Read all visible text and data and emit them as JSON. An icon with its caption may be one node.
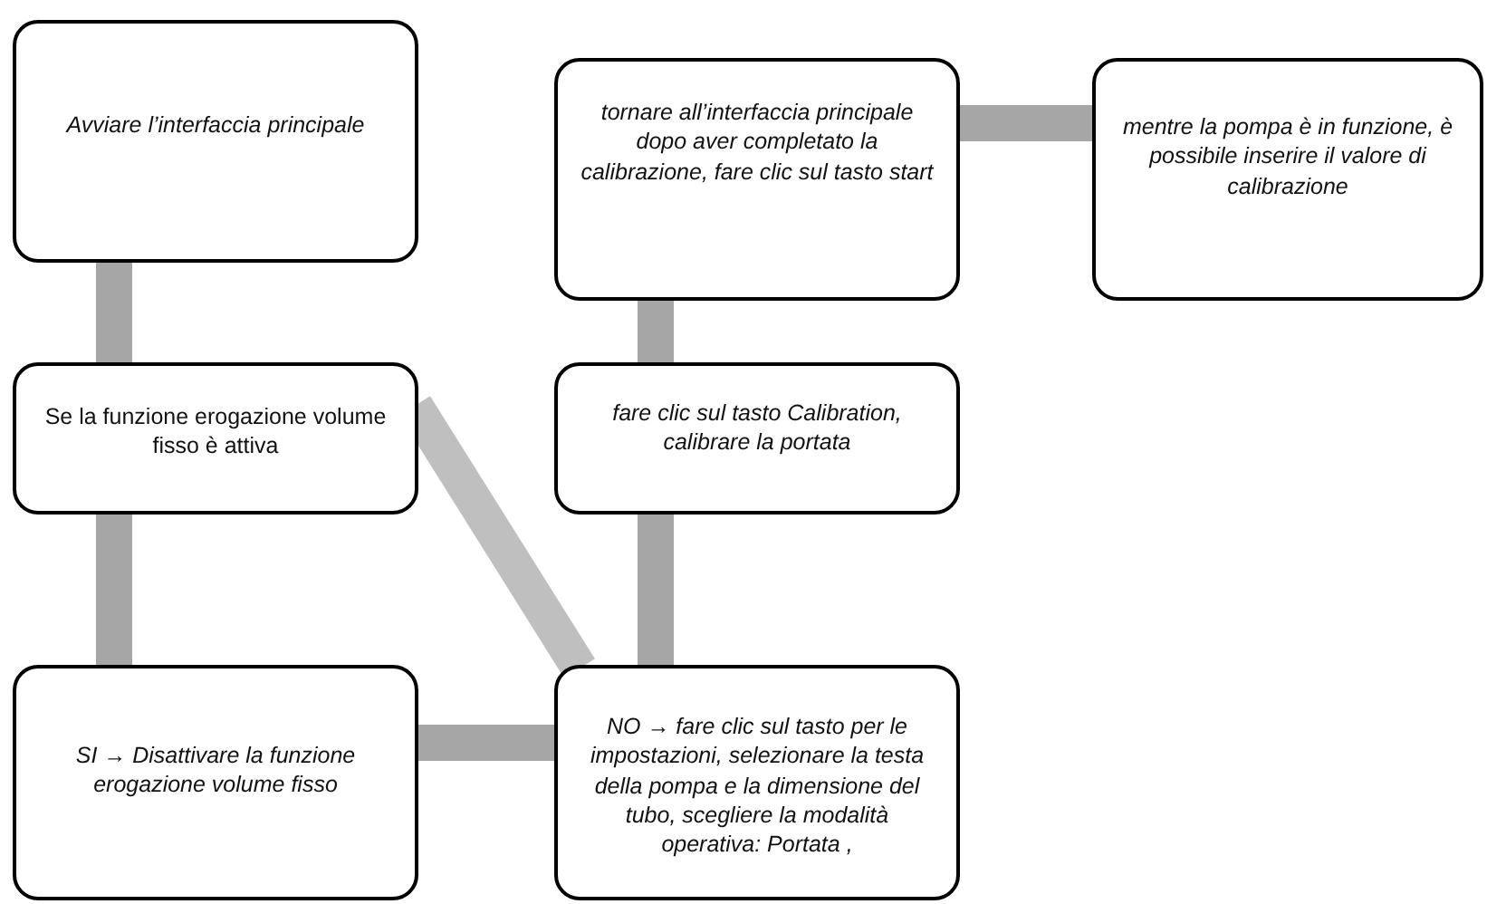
{
  "diagram": {
    "nodes": [
      {
        "text": [
          "Avviare l’interfaccia principale"
        ]
      },
      {
        "text": [
          "Se la funzione erogazione volume fisso è attiva"
        ]
      },
      {
        "text": [
          "SI → Disattivare la funzione erogazione volume fisso"
        ]
      },
      {
        "text": [
          "NO → fare clic sul tasto per le impostazioni, selezionare la testa della pompa e la dimensione del tubo, scegliere la modalità operativa: Portata ,"
        ]
      },
      {
        "text": [
          "fare clic sul tasto Calibration, calibrare la portata"
        ]
      },
      {
        "text": [
          "tornare all’interfaccia principale dopo aver completato la calibrazione, fare clic sul tasto start"
        ]
      },
      {
        "text": [
          "mentre la pompa è in funzione, è possibile inserire il valore di calibrazione"
        ]
      }
    ],
    "edges": [
      {
        "from": 0,
        "to": 1,
        "arrow": "none"
      },
      {
        "from": 1,
        "to": 2,
        "arrow": "none"
      },
      {
        "from": 1,
        "to": 3,
        "arrow": "none",
        "color": "#bfbfbf"
      },
      {
        "from": 2,
        "to": 3,
        "arrow": "none"
      },
      {
        "from": 3,
        "to": 4,
        "arrow": "none"
      },
      {
        "from": 4,
        "to": 5,
        "arrow": "none"
      },
      {
        "from": 5,
        "to": 6,
        "arrow": "none"
      }
    ]
  }
}
